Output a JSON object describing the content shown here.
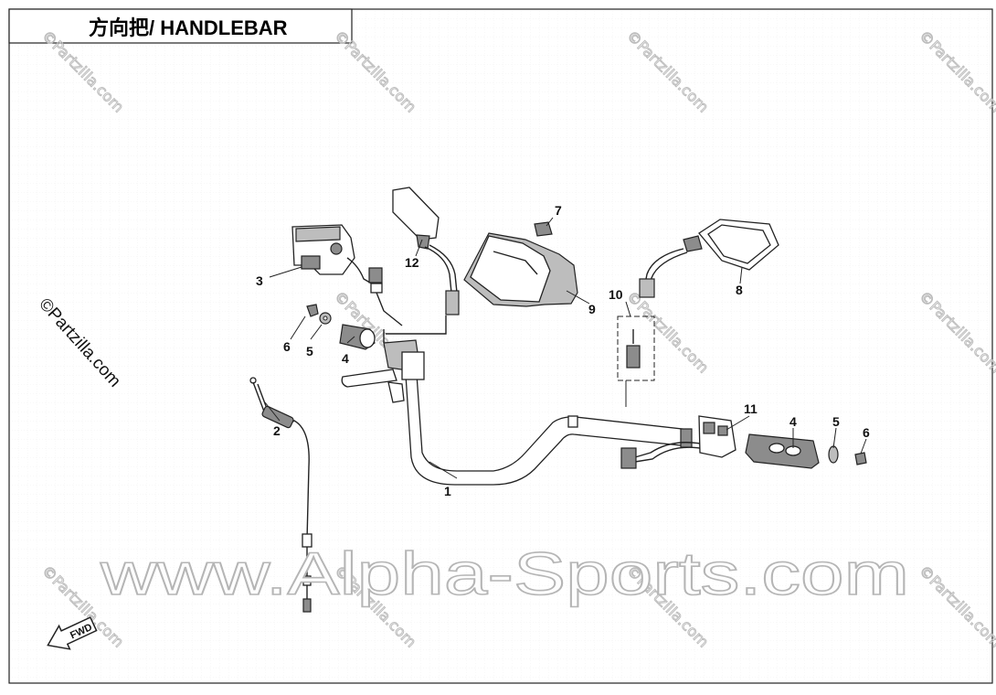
{
  "title": "方向把/ HANDLEBAR",
  "watermark_main": "www.Alpha-Sports.com",
  "watermark_small": "©Partzilla.com",
  "watermark_side": "©Partzilla.com",
  "fwd_label": "FWD",
  "callouts": {
    "c1": "1",
    "c2": "2",
    "c3": "3",
    "c4_left": "4",
    "c4_right": "4",
    "c5_left": "5",
    "c5_right": "5",
    "c6_left": "6",
    "c6_right": "6",
    "c7": "7",
    "c8": "8",
    "c9": "9",
    "c10": "10",
    "c11": "11",
    "c12": "12"
  }
}
